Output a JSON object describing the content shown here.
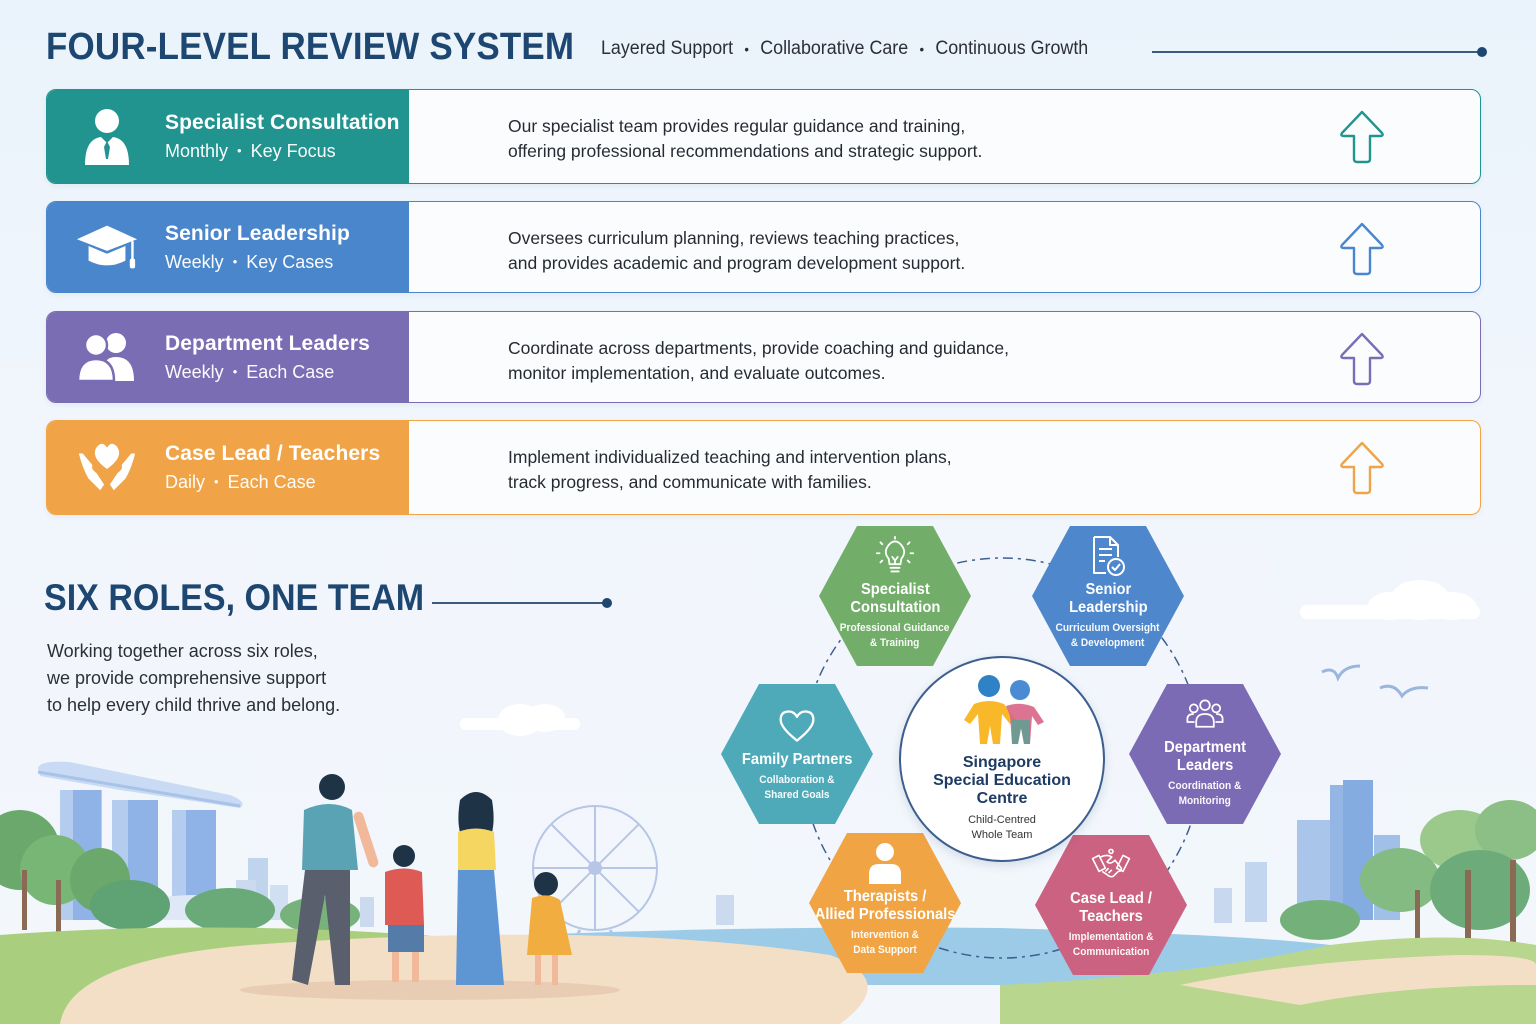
{
  "header": {
    "title": "FOUR-LEVEL REVIEW SYSTEM",
    "tags": [
      "Layered Support",
      "Collaborative Care",
      "Continuous Growth"
    ],
    "tag_separator": "•"
  },
  "levels": [
    {
      "name": "Specialist Consultation",
      "frequency": "Monthly",
      "scope": "Key Focus",
      "description_lines": [
        "Our specialist team provides regular guidance and training,",
        "offering professional recommendations and strategic support."
      ],
      "icon": "person-tie-icon",
      "color": "#21948f"
    },
    {
      "name": "Senior Leadership",
      "frequency": "Weekly",
      "scope": "Key Cases",
      "description_lines": [
        "Oversees curriculum planning, reviews teaching practices,",
        "and provides academic and program development support."
      ],
      "icon": "graduation-cap-icon",
      "color": "#4a86cc"
    },
    {
      "name": "Department Leaders",
      "frequency": "Weekly",
      "scope": "Each Case",
      "description_lines": [
        "Coordinate across departments, provide coaching and guidance,",
        "monitor implementation, and evaluate outcomes."
      ],
      "icon": "users-icon",
      "color": "#7a6db4"
    },
    {
      "name": "Case Lead / Teachers",
      "frequency": "Daily",
      "scope": "Each Case",
      "description_lines": [
        "Implement individualized teaching and intervention plans,",
        "track progress, and communicate with families."
      ],
      "icon": "heart-hands-icon",
      "color": "#f0a447"
    }
  ],
  "separator": "•",
  "six_roles": {
    "title": "SIX ROLES, ONE TEAM",
    "description_lines": [
      "Working together across six roles,",
      "we provide comprehensive support",
      "to help every child thrive and belong."
    ],
    "center": {
      "title_lines": [
        "Singapore",
        "Special Education",
        "Centre"
      ],
      "subtitle_lines": [
        "Child-Centred",
        "Whole Team"
      ]
    },
    "roles": [
      {
        "title_lines": [
          "Specialist",
          "Consultation"
        ],
        "subtitle_lines": [
          "Professional Guidance",
          "& Training"
        ],
        "icon": "lightbulb-icon",
        "color": "#72ae6a"
      },
      {
        "title_lines": [
          "Senior",
          "Leadership"
        ],
        "subtitle_lines": [
          "Curriculum Oversight",
          "& Development"
        ],
        "icon": "document-check-icon",
        "color": "#4e87cc"
      },
      {
        "title_lines": [
          "Department",
          "Leaders"
        ],
        "subtitle_lines": [
          "Coordination &",
          "Monitoring"
        ],
        "icon": "group-icon",
        "color": "#7b6bb5"
      },
      {
        "title_lines": [
          "Case Lead /",
          "Teachers"
        ],
        "subtitle_lines": [
          "Implementation &",
          "Communication"
        ],
        "icon": "handshake-icon",
        "color": "#cc6282"
      },
      {
        "title_lines": [
          "Therapists /",
          "Allied Professionals"
        ],
        "subtitle_lines": [
          "Intervention &",
          "Data Support"
        ],
        "icon": "person-icon",
        "color": "#f0a444"
      },
      {
        "title_lines": [
          "Family Partners"
        ],
        "subtitle_lines": [
          "Collaboration &",
          "Shared Goals"
        ],
        "icon": "heart-outline-icon",
        "color": "#4eaab8"
      }
    ]
  }
}
